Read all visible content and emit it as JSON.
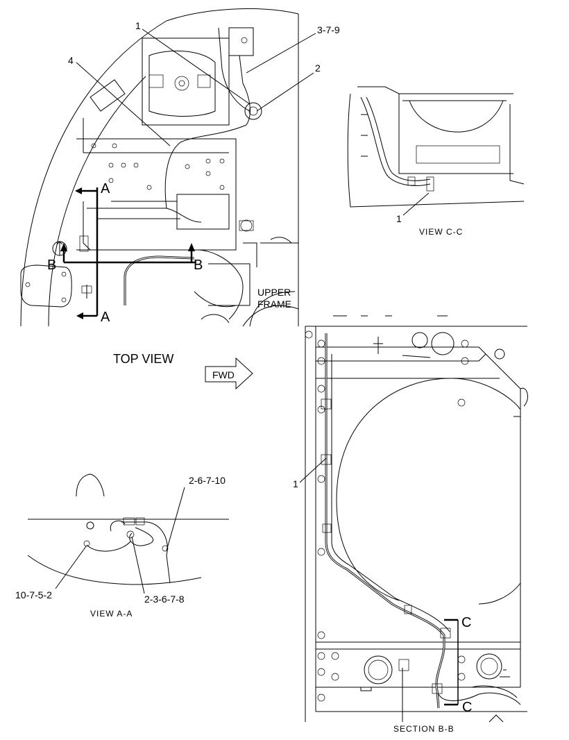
{
  "views": {
    "top_view": "TOP VIEW",
    "fwd": "FWD",
    "upper_frame_line1": "UPPER",
    "upper_frame_line2": "FRAME",
    "view_cc": "VIEW  C-C",
    "view_aa": "VIEW  A-A",
    "section_bb": "SECTION  B-B"
  },
  "section_markers": {
    "a": "A",
    "b": "B",
    "c": "C"
  },
  "callouts": {
    "top_1": "1",
    "top_4": "4",
    "top_379": "3-7-9",
    "top_2": "2",
    "cc_1": "1",
    "bb_1": "1",
    "aa_26710": "2-6-7-10",
    "aa_10752": "10-7-5-2",
    "aa_23678": "2-3-6-7-8"
  },
  "colors": {
    "line": "#000000",
    "background": "#ffffff"
  }
}
